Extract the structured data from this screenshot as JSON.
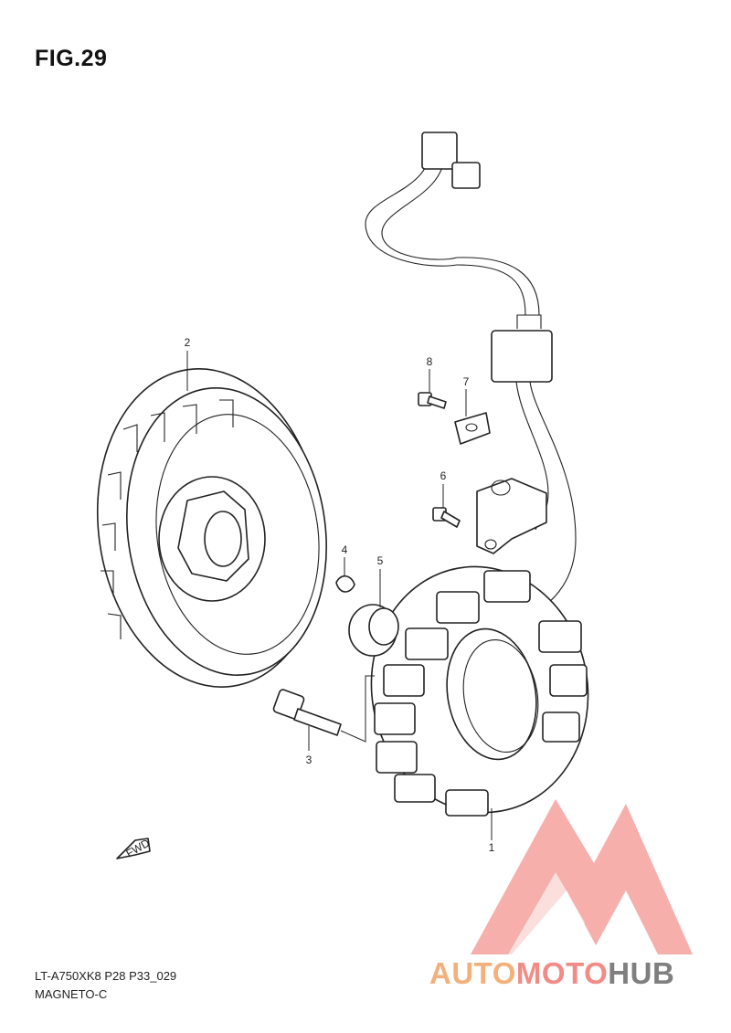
{
  "figure": {
    "title": "FIG.29",
    "code": "LT-A750XK8 P28 P33_029",
    "name": "MAGNETO-C"
  },
  "callouts": [
    "1",
    "2",
    "3",
    "4",
    "5",
    "6",
    "7",
    "8"
  ],
  "fwd_label": "FWD",
  "watermark": {
    "part_a": "AUTO",
    "part_b": "MOTO",
    "part_c": "HUB",
    "colors": {
      "logo": "#f06e68",
      "auto": "#f2b17c",
      "moto": "#f28b86",
      "hub": "#7f7f7f"
    }
  }
}
